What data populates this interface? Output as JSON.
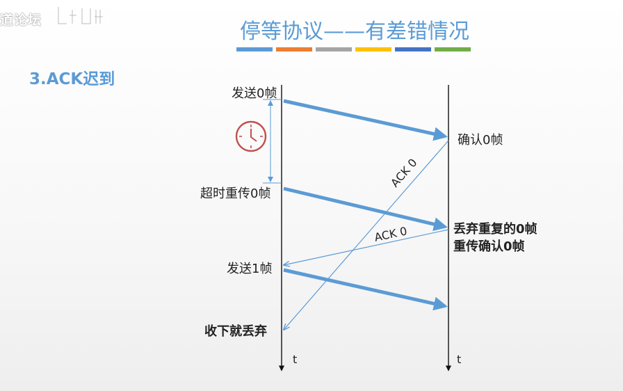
{
  "watermark": {
    "text": "道论坛"
  },
  "title": "停等协议——有差错情况",
  "section": "3.ACK迟到",
  "color_bar": [
    "#5b9bd5",
    "#ed7d31",
    "#a5a5a5",
    "#ffc000",
    "#4472c4",
    "#70ad47"
  ],
  "sender_labels": {
    "send0": "发送0帧",
    "resend0": "超时重传0帧",
    "send1": "发送1帧",
    "accept_discard": "收下就丢弃"
  },
  "receiver_labels": {
    "confirm0": "确认0帧",
    "discard_dup": "丢弃重复的0帧",
    "resend_ack": "重传确认0帧"
  },
  "acks": {
    "first": "ACK 0",
    "second": "ACK 0"
  },
  "axis": {
    "sender_t": "t",
    "receiver_t": "t"
  }
}
